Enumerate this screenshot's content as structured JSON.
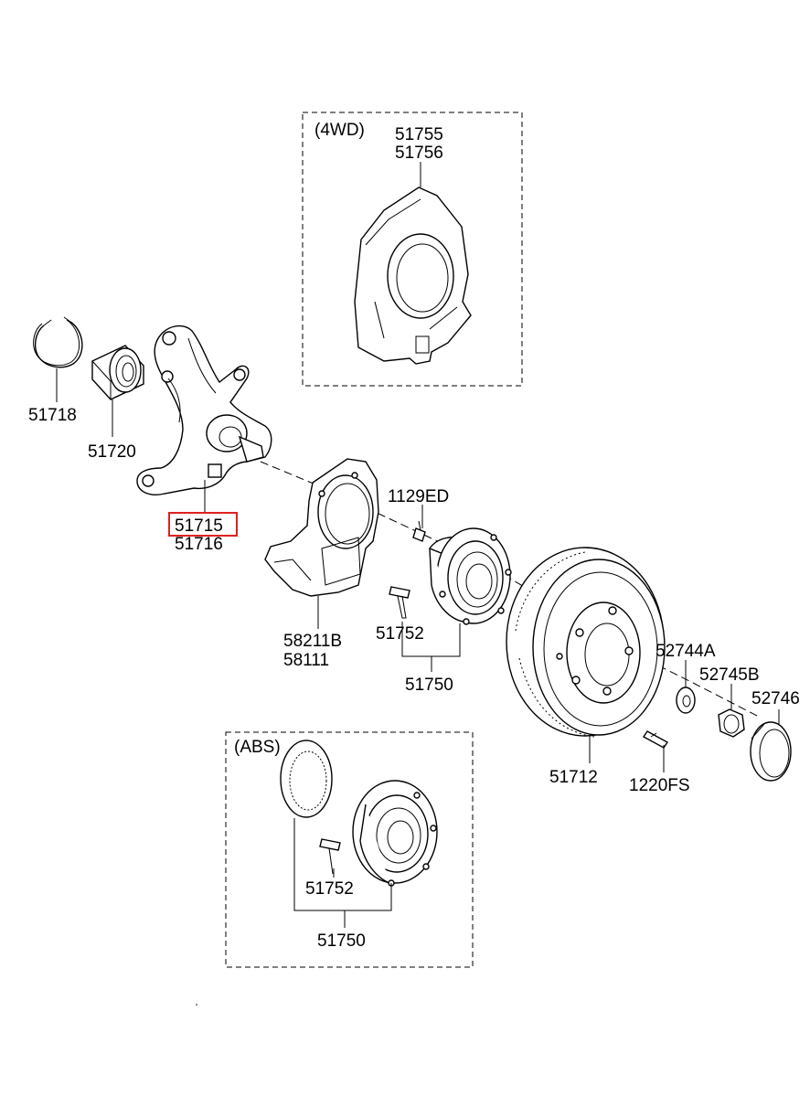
{
  "groups": {
    "fourwd": "(4WD)",
    "abs": "(ABS)"
  },
  "labels": {
    "p51755": "51755",
    "p51756": "51756",
    "p51718": "51718",
    "p51720": "51720",
    "p51715": "51715",
    "p51716": "51716",
    "p1129ed": "1129ED",
    "p58211b": "58211B",
    "p58111": "58111",
    "p51752": "51752",
    "p51750": "51750",
    "p52744a": "52744A",
    "p52745b": "52745B",
    "p52746": "52746",
    "p51712": "51712",
    "p1220fs": "1220FS",
    "abs_51752": "51752",
    "abs_51750": "51750"
  },
  "highlight": {
    "part": "51715",
    "color": "#e02020"
  }
}
